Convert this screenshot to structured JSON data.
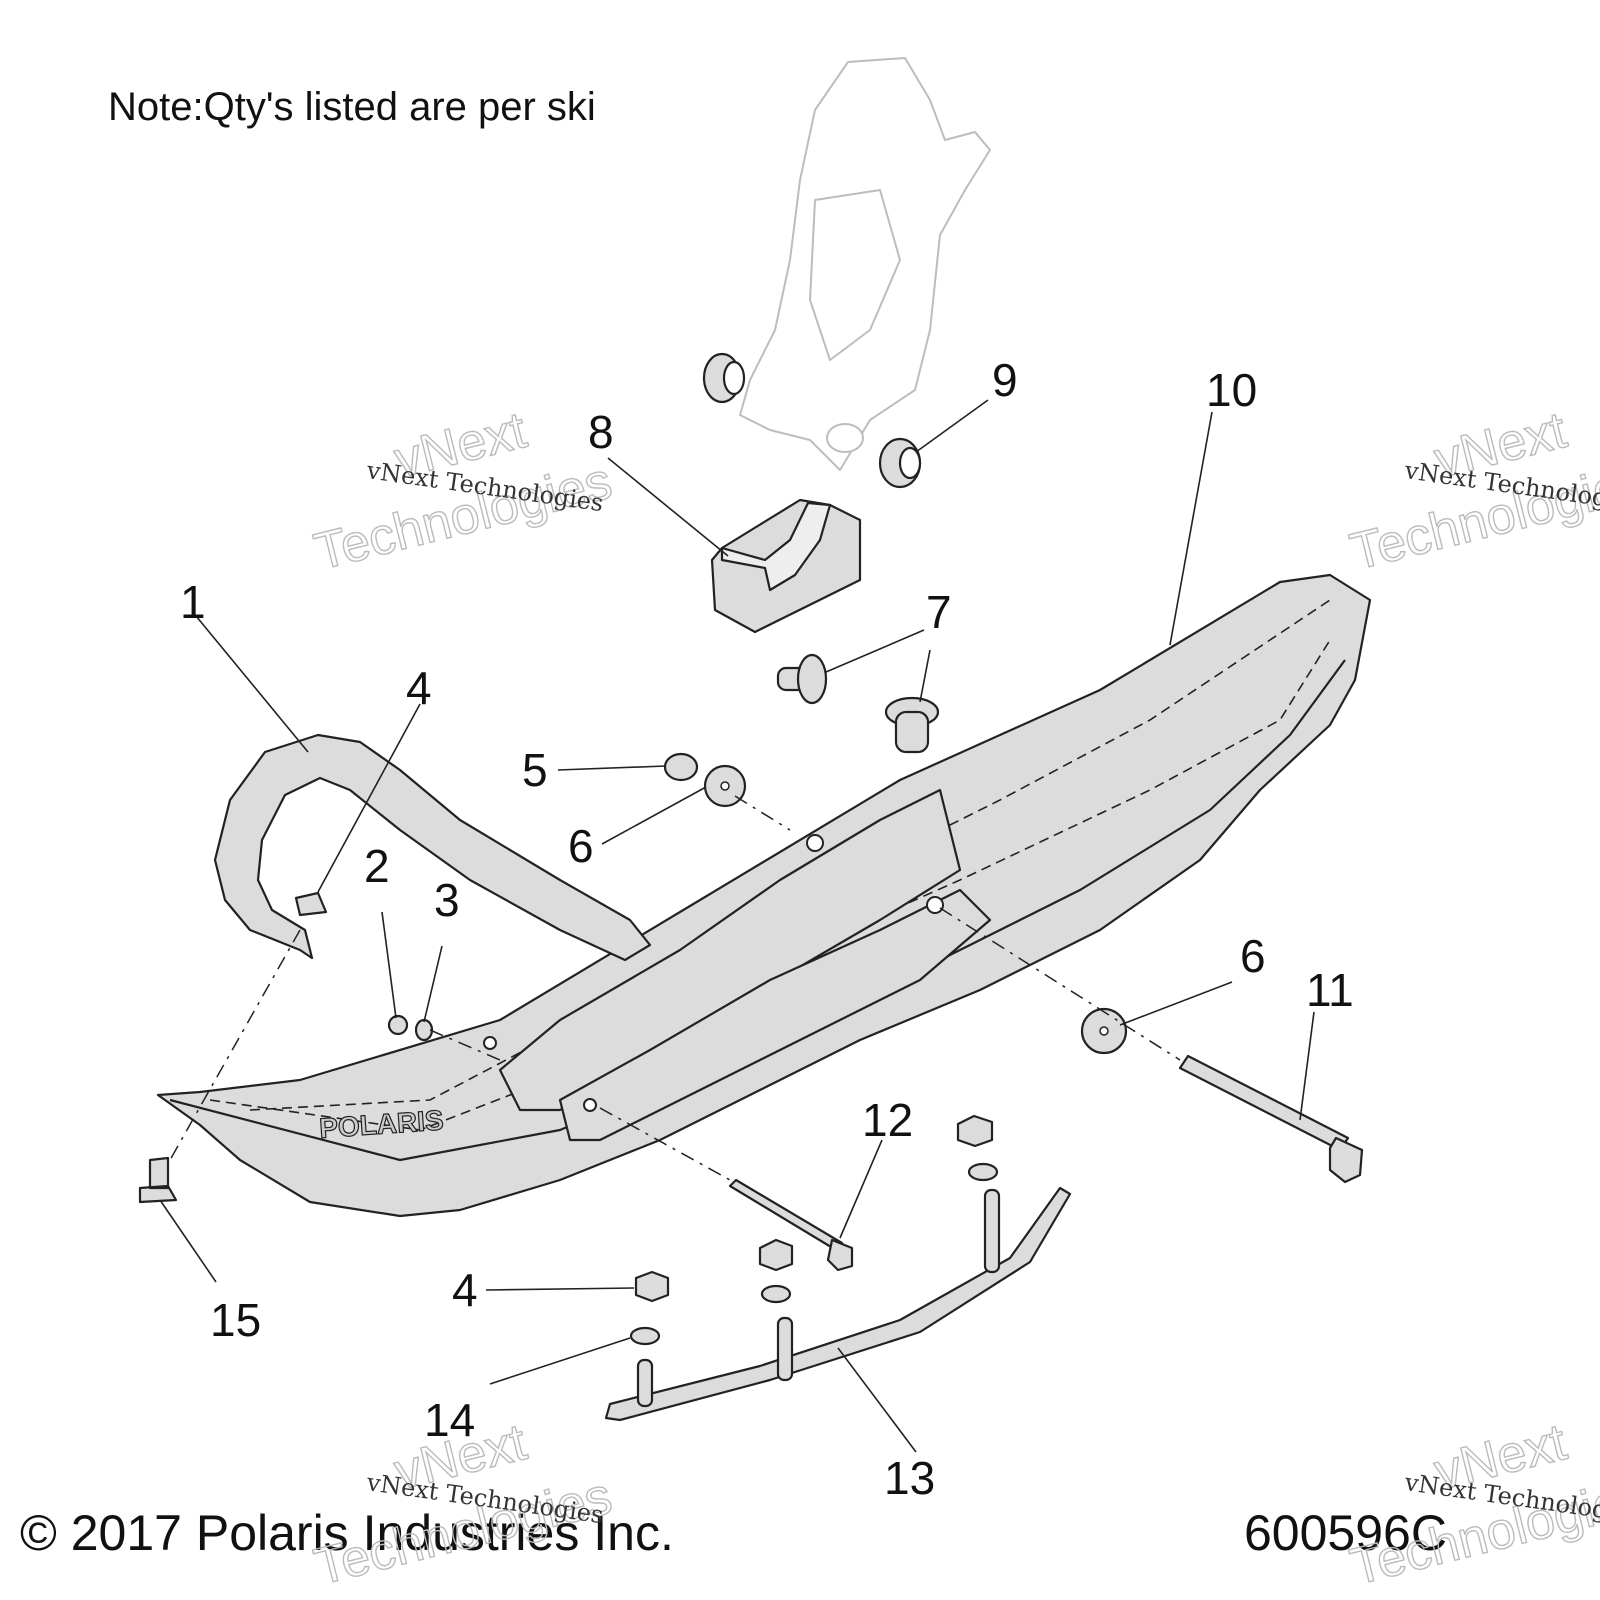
{
  "note": "Note:Qty's listed are per ski",
  "copyright": "© 2017 Polaris Industries Inc.",
  "diagram_number": "600596C",
  "watermark": {
    "line1": "vNext Technologies",
    "line2_a": "vNext",
    "line2_b": "Technologies"
  },
  "callouts": [
    "1",
    "2",
    "3",
    "4",
    "4",
    "5",
    "6",
    "6",
    "7",
    "7",
    "8",
    "9",
    "10",
    "11",
    "12",
    "13",
    "14",
    "15"
  ],
  "ski_logo_text": "POLARIS"
}
